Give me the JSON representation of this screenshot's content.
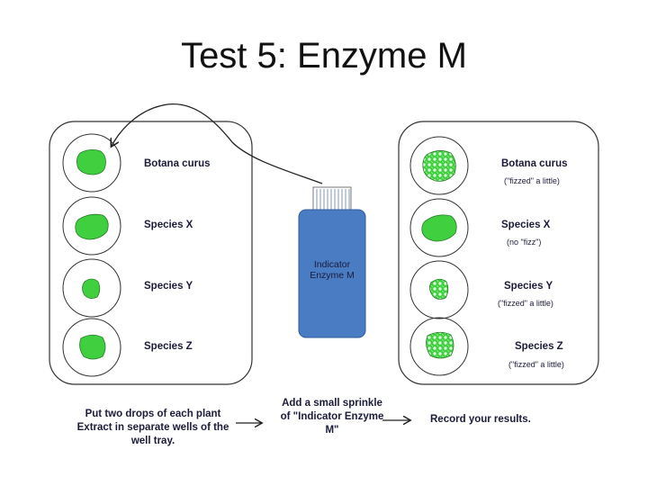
{
  "title": "Test 5: Enzyme M",
  "tray_before": {
    "labels": [
      "Botana curus",
      "Species X",
      "Species Y",
      "Species Z"
    ]
  },
  "bottle": {
    "line1": "Indicator",
    "line2": "Enzyme M"
  },
  "tray_after": {
    "labels": [
      "Botana curus",
      "Species X",
      "Species Y",
      "Species Z"
    ],
    "notes": [
      "(\"fizzed\" a little)",
      "(no \"fizz\")",
      "(\"fizzed\" a little)",
      "(\"fizzed\" a little)"
    ]
  },
  "steps": {
    "step1": "Put two drops of each plant Extract in separate wells of the well tray.",
    "step2": "Add a small sprinkle of \"Indicator Enzyme M\"",
    "step3": "Record your results."
  },
  "colors": {
    "plant_green": "#3fcf3f",
    "bottle_blue": "#4a7cc4"
  }
}
